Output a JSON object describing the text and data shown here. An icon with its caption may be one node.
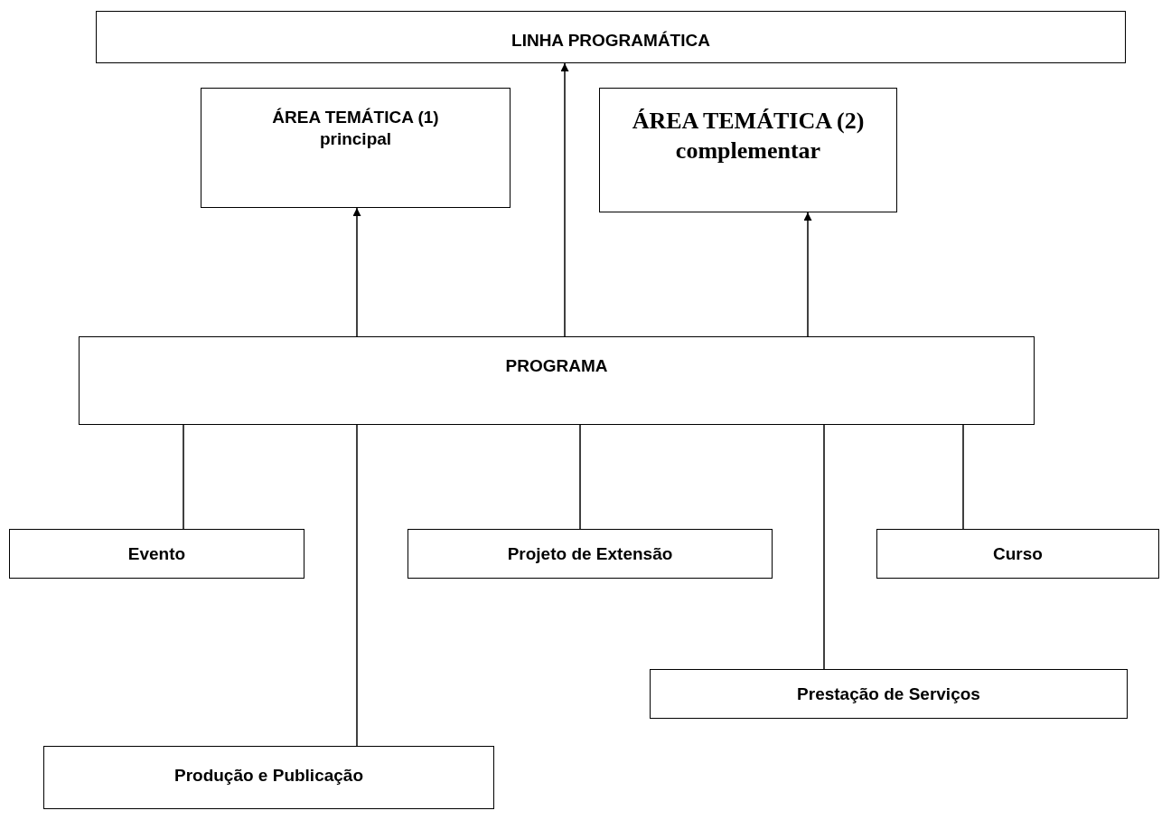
{
  "diagram": {
    "nodes": [
      {
        "text": [
          "LINHA PROGRAMÁTICA"
        ]
      },
      {
        "text": [
          "ÁREA TEMÁTICA (1) principal"
        ]
      },
      {
        "text": [
          "ÁREA TEMÁTICA (2) complementar"
        ]
      },
      {
        "text": [
          "PROGRAMA"
        ]
      },
      {
        "text": [
          "Evento"
        ]
      },
      {
        "text": [
          "Projeto de Extensão"
        ]
      },
      {
        "text": [
          "Curso"
        ]
      },
      {
        "text": [
          "Prestação de Serviços"
        ]
      },
      {
        "text": [
          "Produção e Publicação"
        ]
      }
    ],
    "edges": [
      {
        "from": 3,
        "to": 1,
        "arrow": "to"
      },
      {
        "from": 3,
        "to": 0,
        "arrow": "to"
      },
      {
        "from": 3,
        "to": 2,
        "arrow": "to"
      },
      {
        "from": 3,
        "to": 4,
        "arrow": "none"
      },
      {
        "from": 3,
        "to": 8,
        "arrow": "none"
      },
      {
        "from": 3,
        "to": 5,
        "arrow": "none"
      },
      {
        "from": 3,
        "to": 7,
        "arrow": "none"
      },
      {
        "from": 3,
        "to": 6,
        "arrow": "none"
      }
    ]
  }
}
